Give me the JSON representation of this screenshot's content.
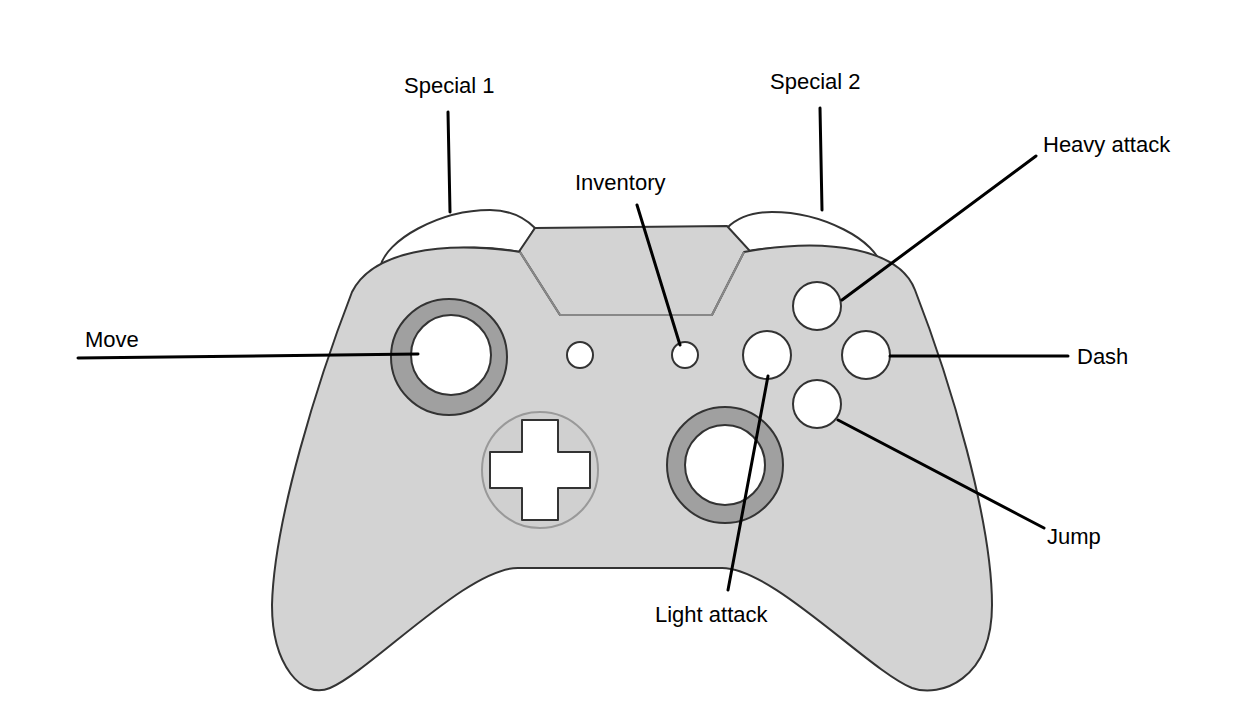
{
  "diagram": {
    "labels": [
      "Special 1",
      "Special 2",
      "Heavy attack",
      "Inventory",
      "Move",
      "Dash",
      "Jump",
      "Light attack"
    ]
  }
}
